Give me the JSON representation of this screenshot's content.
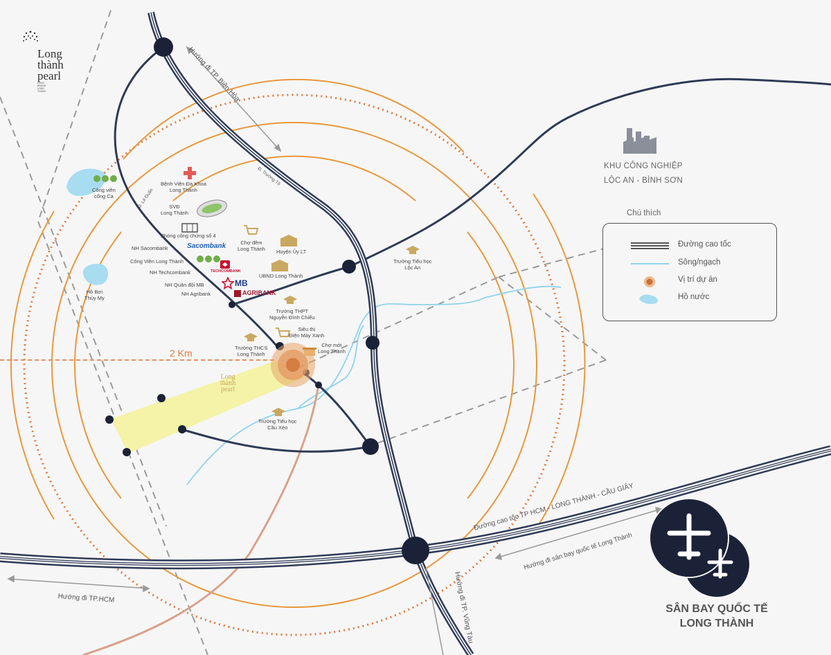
{
  "logo": {
    "line1": "Long",
    "line2": "thành",
    "line3": "pearl",
    "tagline": "LOGO BRAND LONG THANH"
  },
  "distance_label": "2 Km",
  "directions": {
    "bien_hoa": "Hướng đi TP. Biên Hòa",
    "hcm": "Hướng đi TP.HCM",
    "vung_tau": "Hướng đi TP. Vũng Tàu",
    "airport": "Hướng đi sân bay quốc tế Long Thành",
    "expressway": "Đường cao tốc TP HCM - LONG THÀNH - CẦU GIÂY"
  },
  "road_labels": {
    "road1": "Đ. Lê Duẩn",
    "road2": "Đ. Trường Tộ"
  },
  "industrial_zone": {
    "line1": "KHU CÔNG NGHIỆP",
    "line2": "LỘC AN - BÌNH SƠN"
  },
  "legend": {
    "title": "Chú thích",
    "items": [
      {
        "label": "Đường cao tốc",
        "symbol": "expressway"
      },
      {
        "label": "Sông/ngạch",
        "symbol": "river"
      },
      {
        "label": "Vị trí dự án",
        "symbol": "project"
      },
      {
        "label": "Hồ nước",
        "symbol": "lake"
      }
    ]
  },
  "airport": {
    "line1": "SÂN BAY QUỐC TẾ",
    "line2": "LONG THÀNH"
  },
  "pois": {
    "hospital": "Bệnh Viện Đa Khoa\nLong Thành",
    "stadium": "SVĐ\nLong Thành",
    "notary": "Phòng công chứng số 4",
    "park_ca": "Công viên\ncổng Ca",
    "lake_thuymy": "Hồ Bơi\nThủy My",
    "nh_sacombank": "NH Sacombank",
    "park_lt": "Công Viên Long Thành",
    "nh_techcombank": "NH Techcombank",
    "nh_mb": "NH Quân đội MB",
    "nh_agribank": "NH Agribank",
    "market_lt": "Chợ đêm\nLong Thành",
    "huyen_uy": "Huyện Ủy LT",
    "ubnd": "UBND Long Thành",
    "thpt": "Trường THPT\nNguyễn Đình Chiểu",
    "sieuthi": "Siêu thị\nĐiện Máy Xanh",
    "cho_moi": "Chợ mới\nLong Thành",
    "thcs": "Trường THCS\nLong Thành",
    "th_caukeo": "Trường Tiểu học\nCầu Xéo",
    "th_locan": "Trường Tiểu học\nLộc An"
  },
  "banks": {
    "sacombank": "Sacombank",
    "techcombank": "TECHCOMBANK",
    "mb": "MB",
    "agribank": "AGRIBANK"
  },
  "colors": {
    "expressway": "#2e3a55",
    "ring": "#e8983a",
    "dotted_ring": "#e07a3e",
    "river": "#8fd3ea",
    "project": "#f3f3a8",
    "node": "#1b2238",
    "gold": "#c9a860"
  }
}
